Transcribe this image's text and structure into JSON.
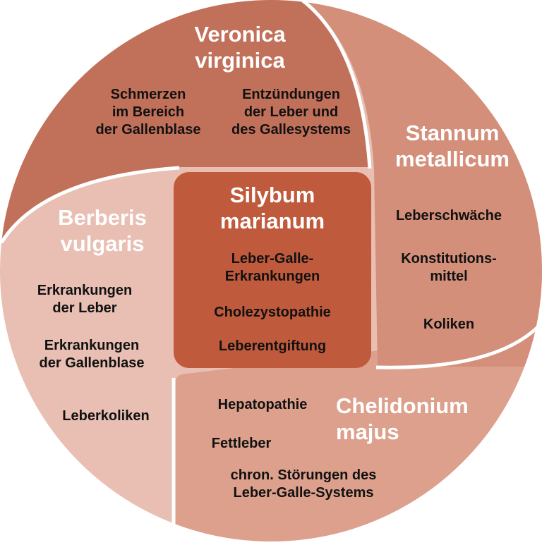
{
  "colors": {
    "veronica": "#c1705a",
    "stannum": "#d38f79",
    "chelidonium": "#dca08c",
    "berberis": "#e8bfb2",
    "center": "#c05a3c",
    "title_text": "#ffffff",
    "item_text": "#111111",
    "separator": "#ffffff"
  },
  "veronica": {
    "title_line1": "Veronica",
    "title_line2": "virginica",
    "items_left": [
      "Schmerzen",
      "im Bereich",
      "der Gallenblase"
    ],
    "items_right": [
      "Entzündungen",
      "der Leber und",
      "des Gallesystems"
    ]
  },
  "stannum": {
    "title_line1": "Stannum",
    "title_line2": "metallicum",
    "item1": "Leberschwäche",
    "item2_line1": "Konstitutions-",
    "item2_line2": "mittel",
    "item3": "Koliken"
  },
  "berberis": {
    "title_line1": "Berberis",
    "title_line2": "vulgaris",
    "item1_line1": "Erkrankungen",
    "item1_line2": "der Leber",
    "item2_line1": "Erkrankungen",
    "item2_line2": "der Gallenblase",
    "item3": "Leberkoliken"
  },
  "chelidonium": {
    "title_line1": "Chelidonium",
    "title_line2": "majus",
    "item1": "Hepatopathie",
    "item2": "Fettleber",
    "item3_line1": "chron. Störungen des",
    "item3_line2": "Leber-Galle-Systems"
  },
  "center": {
    "title_line1": "Silybum",
    "title_line2": "marianum",
    "item1_line1": "Leber-Galle-",
    "item1_line2": "Erkrankungen",
    "item2": "Cholezystopathie",
    "item3": "Leberentgiftung"
  }
}
